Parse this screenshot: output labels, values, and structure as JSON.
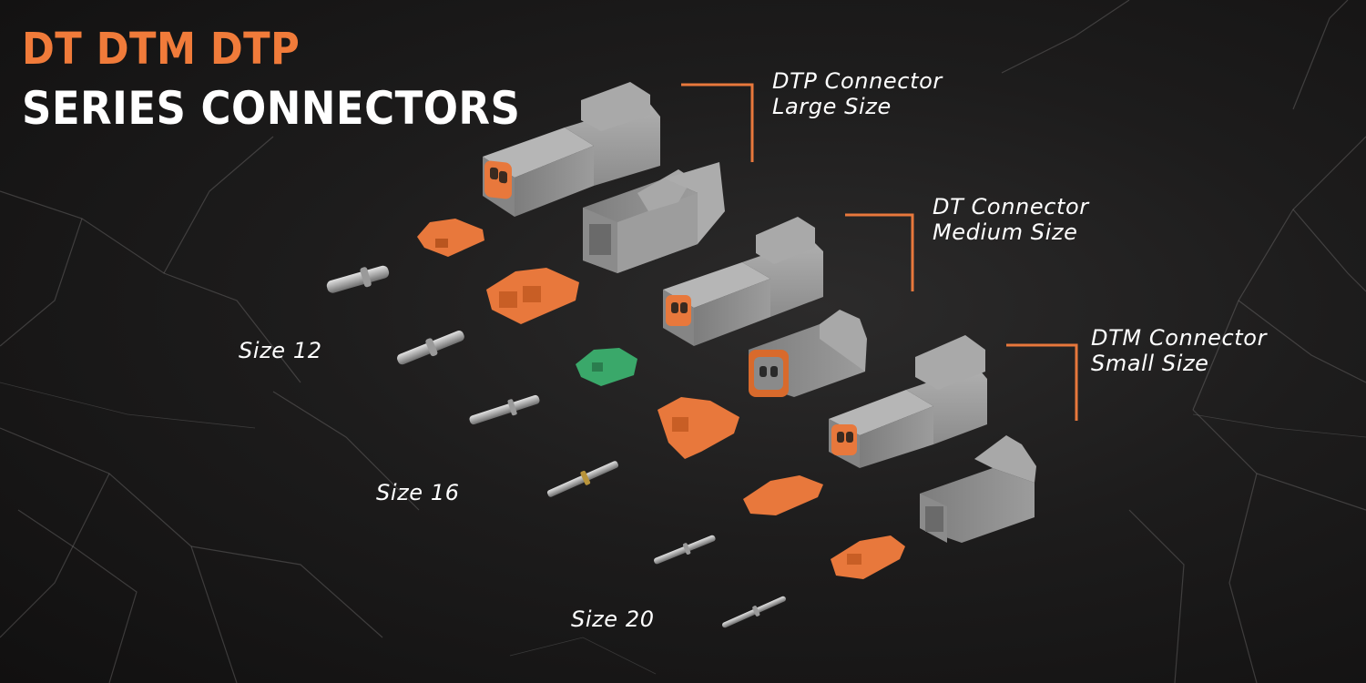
{
  "header": {
    "title_line_1": "DT DTM DTP",
    "title_line_2": "SERIES CONNECTORS"
  },
  "callouts": [
    {
      "name": "DTP Connector",
      "size": "Large Size"
    },
    {
      "name": "DT Connector",
      "size": "Medium Size"
    },
    {
      "name": "DTM Connector",
      "size": "Small Size"
    }
  ],
  "contact_sizes": [
    "Size 12",
    "Size 16",
    "Size 20"
  ],
  "colors": {
    "accent": "#f07b3a",
    "text": "#ffffff",
    "background": "#1d1c1c",
    "connector_gray": "#9a9a9a",
    "wedge_orange": "#f07b3a",
    "wedge_green": "#3aa86a",
    "contact_metal": "#c0c0c0"
  }
}
